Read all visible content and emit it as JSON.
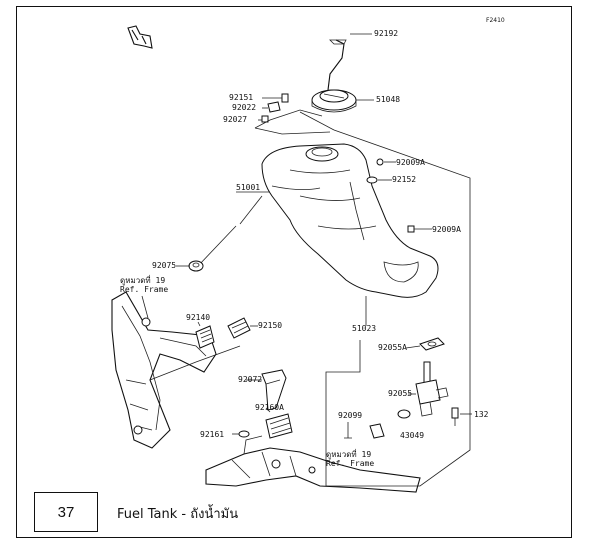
{
  "diagram": {
    "code": "F2410",
    "part_numbers": [
      "92192",
      "92151",
      "51048",
      "92022",
      "92027",
      "92009A",
      "92152",
      "51001",
      "92009A",
      "92075",
      "92140",
      "92150",
      "51023",
      "92055A",
      "92072",
      "92055",
      "92160A",
      "132",
      "92161",
      "92099",
      "43049"
    ],
    "ref_labels": [
      {
        "line1": "ดูหมวดที่ 19",
        "line2": "Ref. Frame"
      },
      {
        "line1": "ดูหมวดที่ 19",
        "line2": "Ref. Frame"
      }
    ]
  },
  "caption": {
    "number": "37",
    "title": "Fuel Tank - ถังน้ำมัน"
  }
}
